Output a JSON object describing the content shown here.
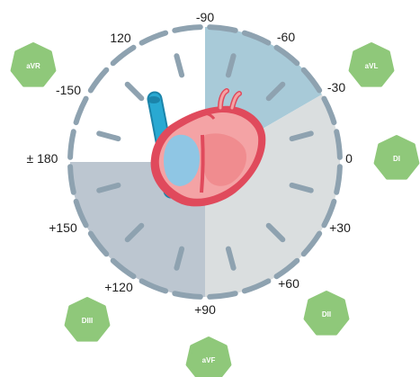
{
  "colors": {
    "arc": "#8ea2b0",
    "quadrant_normal": "#a8cad8",
    "quadrant_right": "#dadedf",
    "quadrant_left": "#bcc6d0",
    "lead_badge": "#8fc87a",
    "heart_outer": "#e04a5c",
    "heart_inner": "#f4a3a5",
    "vessel": "#29a9d2"
  },
  "degree_labels": {
    "top": "-90",
    "minus_60": "-60",
    "minus_30": "-30",
    "zero": "0",
    "plus_30": "+30",
    "plus_60": "+60",
    "bottom": "+90",
    "plus_120": "+120",
    "plus_150": "+150",
    "pm_180": "± 180",
    "minus_150": "-150",
    "minus_120": "120"
  },
  "leads": {
    "avr": "aVR",
    "avl": "aVL",
    "di": "DI",
    "dii": "DII",
    "avf": "aVF",
    "diii": "DIII"
  },
  "icons": {
    "heart": "heart-cross-section-icon"
  }
}
